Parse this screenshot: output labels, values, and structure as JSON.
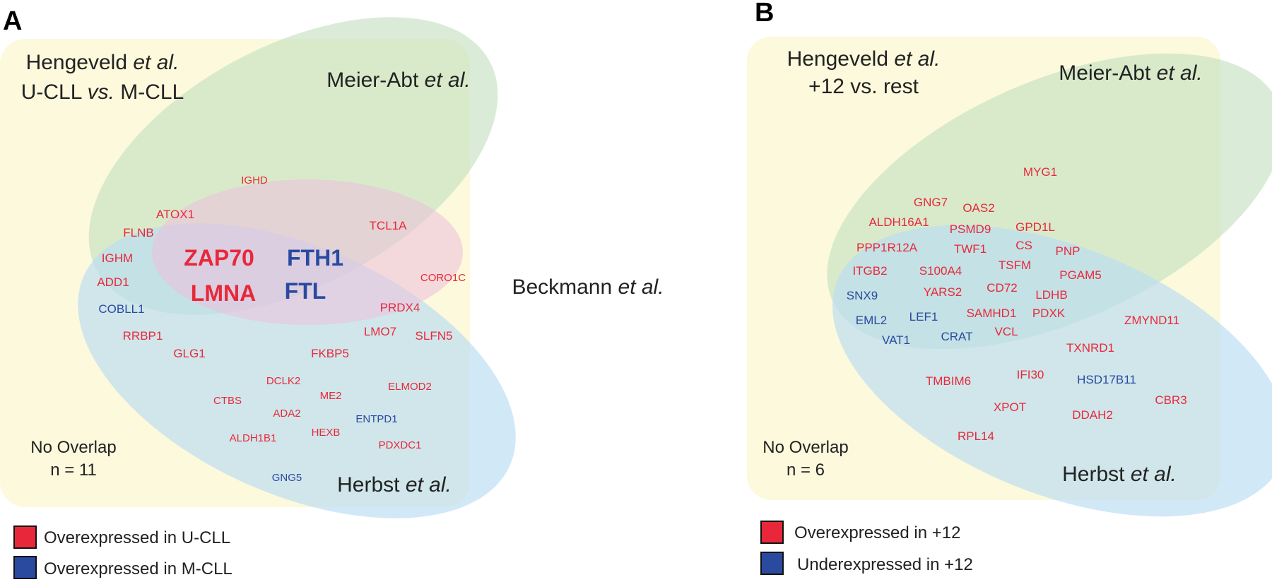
{
  "colors": {
    "over": "#e8283a",
    "under": "#2a4aa0",
    "hengeveld_fill": "#fbf8d6",
    "meier_fill": "#c6e2c2",
    "herbst_fill": "#b8dcf2",
    "beckmann_fill": "#ecc0dc"
  },
  "panels": [
    {
      "letter": "A",
      "sets": {
        "hengeveld": {
          "name": "Hengeveld ",
          "italic": "et al.",
          "line2_a": "U-CLL ",
          "line2_italic": "vs.",
          "line2_b": " M-CLL"
        },
        "meier": {
          "name": "Meier-Abt ",
          "italic": "et al."
        },
        "beckmann": {
          "name": "Beckmann ",
          "italic": "et al."
        },
        "herbst": {
          "name": "Herbst ",
          "italic": "et al."
        }
      },
      "no_overlap": {
        "label": "No Overlap",
        "count": "n = 11"
      },
      "legend": [
        {
          "label": "Overexpressed in U-CLL",
          "color_key": "over"
        },
        {
          "label": "Overexpressed in M-CLL",
          "color_key": "under"
        }
      ],
      "genes": [
        {
          "name": "IGHD",
          "dir": "over"
        },
        {
          "name": "ATOX1",
          "dir": "over"
        },
        {
          "name": "FLNB",
          "dir": "over"
        },
        {
          "name": "IGHM",
          "dir": "over"
        },
        {
          "name": "ADD1",
          "dir": "over"
        },
        {
          "name": "COBLL1",
          "dir": "under"
        },
        {
          "name": "RRBP1",
          "dir": "over"
        },
        {
          "name": "GLG1",
          "dir": "over"
        },
        {
          "name": "TCL1A",
          "dir": "over"
        },
        {
          "name": "CORO1C",
          "dir": "over"
        },
        {
          "name": "PRDX4",
          "dir": "over"
        },
        {
          "name": "LMO7",
          "dir": "over"
        },
        {
          "name": "SLFN5",
          "dir": "over"
        },
        {
          "name": "FKBP5",
          "dir": "over"
        },
        {
          "name": "DCLK2",
          "dir": "over"
        },
        {
          "name": "CTBS",
          "dir": "over"
        },
        {
          "name": "ADA2",
          "dir": "over"
        },
        {
          "name": "ME2",
          "dir": "over"
        },
        {
          "name": "ELMOD2",
          "dir": "over"
        },
        {
          "name": "ENTPD1",
          "dir": "under"
        },
        {
          "name": "ALDH1B1",
          "dir": "over"
        },
        {
          "name": "HEXB",
          "dir": "over"
        },
        {
          "name": "PDXDC1",
          "dir": "over"
        },
        {
          "name": "GNG5",
          "dir": "under"
        },
        {
          "name": "ZAP70",
          "dir": "over"
        },
        {
          "name": "LMNA",
          "dir": "over"
        },
        {
          "name": "FTH1",
          "dir": "under"
        },
        {
          "name": "FTL",
          "dir": "under"
        }
      ]
    },
    {
      "letter": "B",
      "sets": {
        "hengeveld": {
          "name": "Hengeveld ",
          "italic": "et al.",
          "line2_a": "+12 vs. rest"
        },
        "meier": {
          "name": "Meier-Abt ",
          "italic": "et al."
        },
        "herbst": {
          "name": "Herbst ",
          "italic": "et al."
        }
      },
      "no_overlap": {
        "label": "No Overlap",
        "count": "n = 6"
      },
      "legend": [
        {
          "label": "Overexpressed in +12",
          "color_key": "over"
        },
        {
          "label": "Underexpressed in +12",
          "color_key": "under"
        }
      ],
      "genes": [
        {
          "name": "MYG1",
          "dir": "over"
        },
        {
          "name": "GNG7",
          "dir": "over"
        },
        {
          "name": "OAS2",
          "dir": "over"
        },
        {
          "name": "ALDH16A1",
          "dir": "over"
        },
        {
          "name": "PSMD9",
          "dir": "over"
        },
        {
          "name": "GPD1L",
          "dir": "over"
        },
        {
          "name": "PPP1R12A",
          "dir": "over"
        },
        {
          "name": "TWF1",
          "dir": "over"
        },
        {
          "name": "CS",
          "dir": "over"
        },
        {
          "name": "PNP",
          "dir": "over"
        },
        {
          "name": "ITGB2",
          "dir": "over"
        },
        {
          "name": "S100A4",
          "dir": "over"
        },
        {
          "name": "TSFM",
          "dir": "over"
        },
        {
          "name": "PGAM5",
          "dir": "over"
        },
        {
          "name": "SNX9",
          "dir": "under"
        },
        {
          "name": "YARS2",
          "dir": "over"
        },
        {
          "name": "CD72",
          "dir": "over"
        },
        {
          "name": "LDHB",
          "dir": "over"
        },
        {
          "name": "EML2",
          "dir": "under"
        },
        {
          "name": "LEF1",
          "dir": "under"
        },
        {
          "name": "SAMHD1",
          "dir": "over"
        },
        {
          "name": "PDXK",
          "dir": "over"
        },
        {
          "name": "ZMYND11",
          "dir": "over"
        },
        {
          "name": "VAT1",
          "dir": "under"
        },
        {
          "name": "CRAT",
          "dir": "under"
        },
        {
          "name": "VCL",
          "dir": "over"
        },
        {
          "name": "TXNRD1",
          "dir": "over"
        },
        {
          "name": "TMBIM6",
          "dir": "over"
        },
        {
          "name": "IFI30",
          "dir": "over"
        },
        {
          "name": "HSD17B11",
          "dir": "under"
        },
        {
          "name": "CBR3",
          "dir": "over"
        },
        {
          "name": "XPOT",
          "dir": "over"
        },
        {
          "name": "DDAH2",
          "dir": "over"
        },
        {
          "name": "RPL14",
          "dir": "over"
        }
      ]
    }
  ]
}
